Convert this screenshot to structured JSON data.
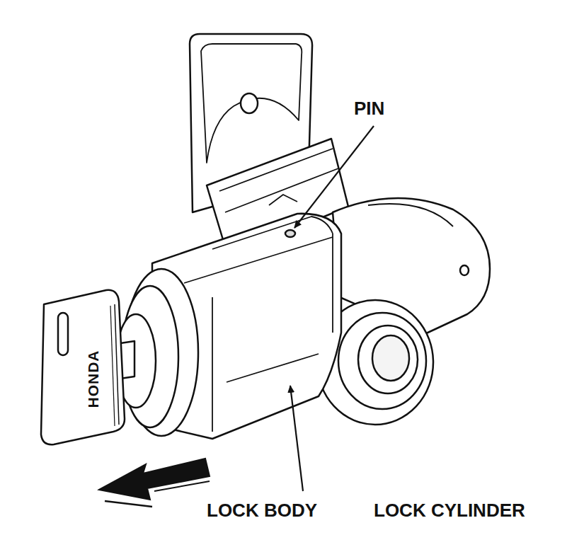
{
  "diagram": {
    "labels": [
      "PIN",
      "LOCK BODY",
      "LOCK CYLINDER",
      "HONDA"
    ]
  }
}
